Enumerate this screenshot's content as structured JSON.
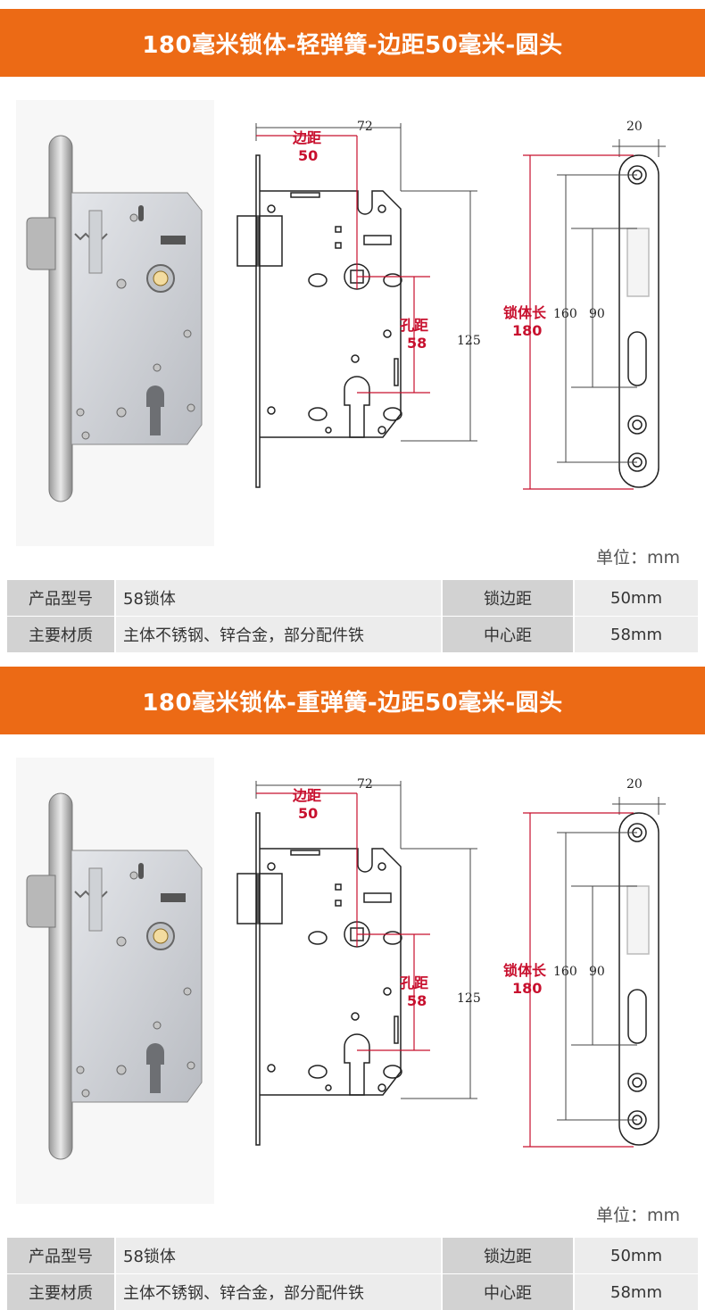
{
  "sections": [
    {
      "title": "180毫米锁体-轻弹簧-边距50毫米-圆头",
      "unit_label": "单位：mm",
      "dims": {
        "width_72": "72",
        "edge_label": "边距",
        "edge_value": "50",
        "hole_label": "孔距",
        "hole_value": "58",
        "height_125": "125",
        "faceplate_width": "20",
        "length_label": "锁体长",
        "length_value": "180",
        "len_160": "160",
        "len_90": "90"
      },
      "specs": [
        {
          "label": "产品型号",
          "value": "58锁体",
          "label2": "锁边距",
          "value2": "50mm"
        },
        {
          "label": "主要材质",
          "value": "主体不锈钢、锌合金，部分配件铁",
          "label2": "中心距",
          "value2": "58mm"
        }
      ]
    },
    {
      "title": "180毫米锁体-重弹簧-边距50毫米-圆头",
      "unit_label": "单位：mm",
      "dims": {
        "width_72": "72",
        "edge_label": "边距",
        "edge_value": "50",
        "hole_label": "孔距",
        "hole_value": "58",
        "height_125": "125",
        "faceplate_width": "20",
        "length_label": "锁体长",
        "length_value": "180",
        "len_160": "160",
        "len_90": "90"
      },
      "specs": [
        {
          "label": "产品型号",
          "value": "58锁体",
          "label2": "锁边距",
          "value2": "50mm"
        },
        {
          "label": "主要材质",
          "value": "主体不锈钢、锌合金，部分配件铁",
          "label2": "中心距",
          "value2": "58mm"
        }
      ]
    }
  ],
  "colors": {
    "banner": "#ec6a15",
    "dimension_red": "#c8102e",
    "label_cell": "#d2d2d2",
    "value_cell": "#ececec"
  }
}
